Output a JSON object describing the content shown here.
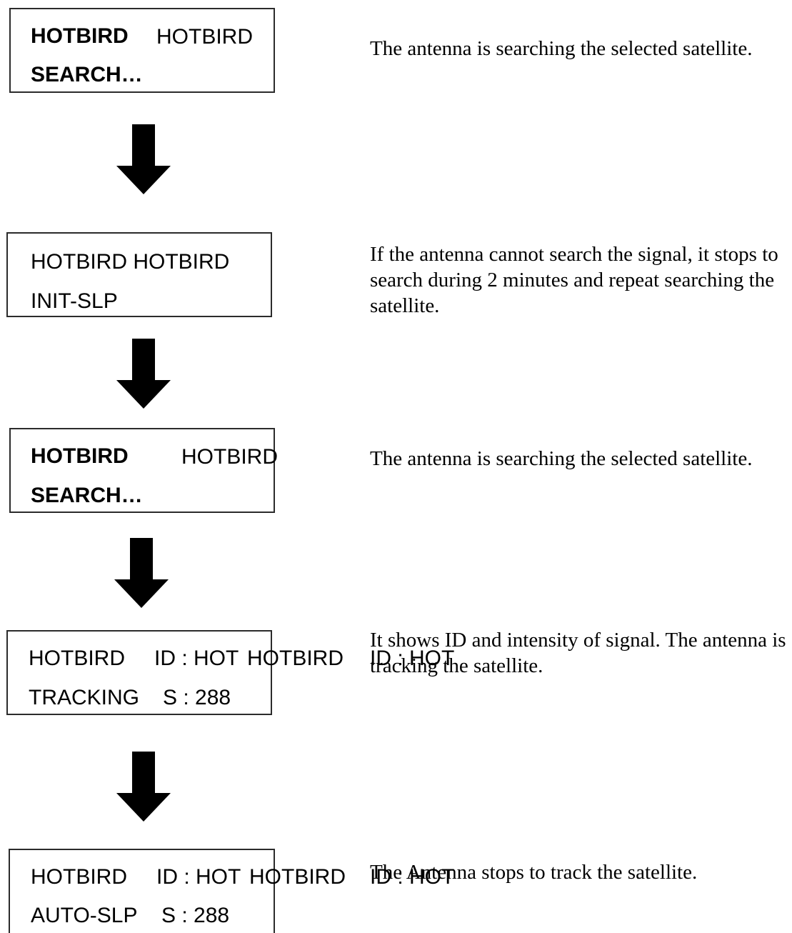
{
  "steps": [
    {
      "lines": [
        [
          "HOTBIRD",
          "HOTBIRD"
        ],
        [
          "SEARCH…"
        ]
      ],
      "description": "The antenna is searching the selected satellite."
    },
    {
      "lines": [
        [
          "HOTBIRD HOTBIRD"
        ],
        [
          "INIT-SLP"
        ]
      ],
      "description": "If the antenna cannot search the signal, it stops to search during 2 minutes and repeat searching the satellite."
    },
    {
      "lines": [
        [
          "HOTBIRD",
          "HOTBIRD"
        ],
        [
          "SEARCH…"
        ]
      ],
      "description": "The antenna is searching the selected satellite."
    },
    {
      "lines": [
        [
          "HOTBIRD",
          "ID : HOT",
          "HOTBIRD",
          "ID : HOT"
        ],
        [
          "TRACKING",
          "S : 288"
        ]
      ],
      "description": "It shows ID and intensity of signal. The antenna is tracking the satellite."
    },
    {
      "lines": [
        [
          "HOTBIRD",
          "ID : HOT",
          "HOTBIRD",
          "ID : HOT"
        ],
        [
          "AUTO-SLP",
          "S : 288"
        ]
      ],
      "description": "The Antenna stops to track the satellite."
    }
  ]
}
